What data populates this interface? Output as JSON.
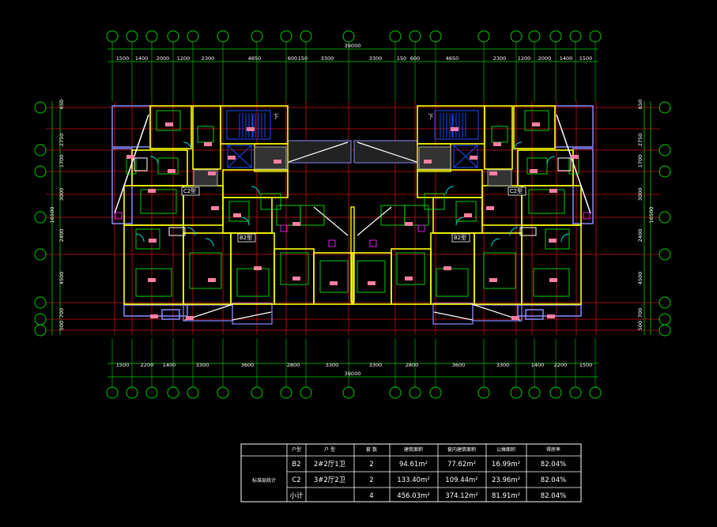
{
  "colors": {
    "background": "#000000",
    "axis_grid": "#cc1010",
    "bubble": "#00d000",
    "dimension": "#00d000",
    "wall": "#ffff00",
    "window": "#8a8aff",
    "stair": "#1a4cff",
    "furniture": "#00ff00",
    "tag": "#ff7fa0",
    "text": "#ffffff"
  },
  "top_dimensions": {
    "total": "39000",
    "segments": [
      "1500",
      "1400",
      "2000",
      "1200",
      "2300",
      "4650",
      "600",
      "150",
      "3300",
      "3300",
      "150",
      "600",
      "4650",
      "2300",
      "1200",
      "2000",
      "1400",
      "1500"
    ]
  },
  "bottom_dimensions": {
    "total": "39000",
    "segments": [
      "1500",
      "2200",
      "1400",
      "3300",
      "3600",
      "2800",
      "3300",
      "3300",
      "2800",
      "3600",
      "3300",
      "1400",
      "2200",
      "1500"
    ]
  },
  "side_dimensions": {
    "total": "16500",
    "segments": [
      "650",
      "2750",
      "1700",
      "3000",
      "2400",
      "4500",
      "700",
      "500"
    ]
  },
  "unit_labels": [
    "C2型",
    "B2型",
    "B2型",
    "C2型"
  ],
  "stair_label": "下",
  "table": {
    "headers": [
      "户型",
      "户 型",
      "套 数",
      "建筑面积",
      "套内建筑面积",
      "公摊面积",
      "得房率"
    ],
    "group_label": "标准层统计",
    "rows": [
      {
        "type": "B2",
        "layout": "2#2厅1卫",
        "count": "2",
        "area": "94.61m²",
        "inner": "77.62m²",
        "shared": "16.99m²",
        "ratio": "82.04%"
      },
      {
        "type": "C2",
        "layout": "3#2厅2卫",
        "count": "2",
        "area": "133.40m²",
        "inner": "109.44m²",
        "shared": "23.96m²",
        "ratio": "82.04%"
      },
      {
        "type": "小计",
        "layout": "",
        "count": "4",
        "area": "456.03m²",
        "inner": "374.12m²",
        "shared": "81.91m²",
        "ratio": "82.04%"
      }
    ]
  }
}
